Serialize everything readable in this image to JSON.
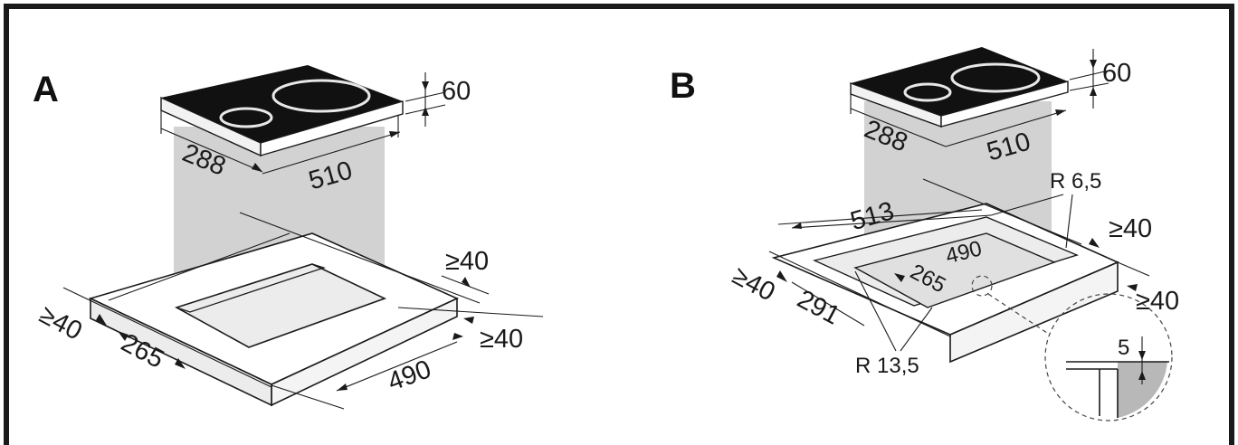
{
  "colors": {
    "frame": "#1a1a1a",
    "cooktop": "#111111",
    "ring": "#e8e8e8",
    "projection": "#cfcfcf",
    "detail_fill": "#b8b8b8"
  },
  "panel_a": {
    "letter": "A",
    "dims": {
      "height": "60",
      "depth": "288",
      "width": "510",
      "margin_back": "≥40",
      "margin_side": "≥40",
      "margin_front": "≥40",
      "cut_depth": "265",
      "cut_width": "490"
    }
  },
  "panel_b": {
    "letter": "B",
    "dims": {
      "height": "60",
      "depth": "288",
      "width": "510",
      "rebate_width": "513",
      "radius_outer": "R 6,5",
      "cut_width": "490",
      "margin_back": "≥40",
      "margin_front": "≥40",
      "margin_side": "≥40",
      "cut_depth": "265",
      "rebate_depth": "291",
      "radius_inner": "R 13,5",
      "rebate_height": "5"
    }
  }
}
